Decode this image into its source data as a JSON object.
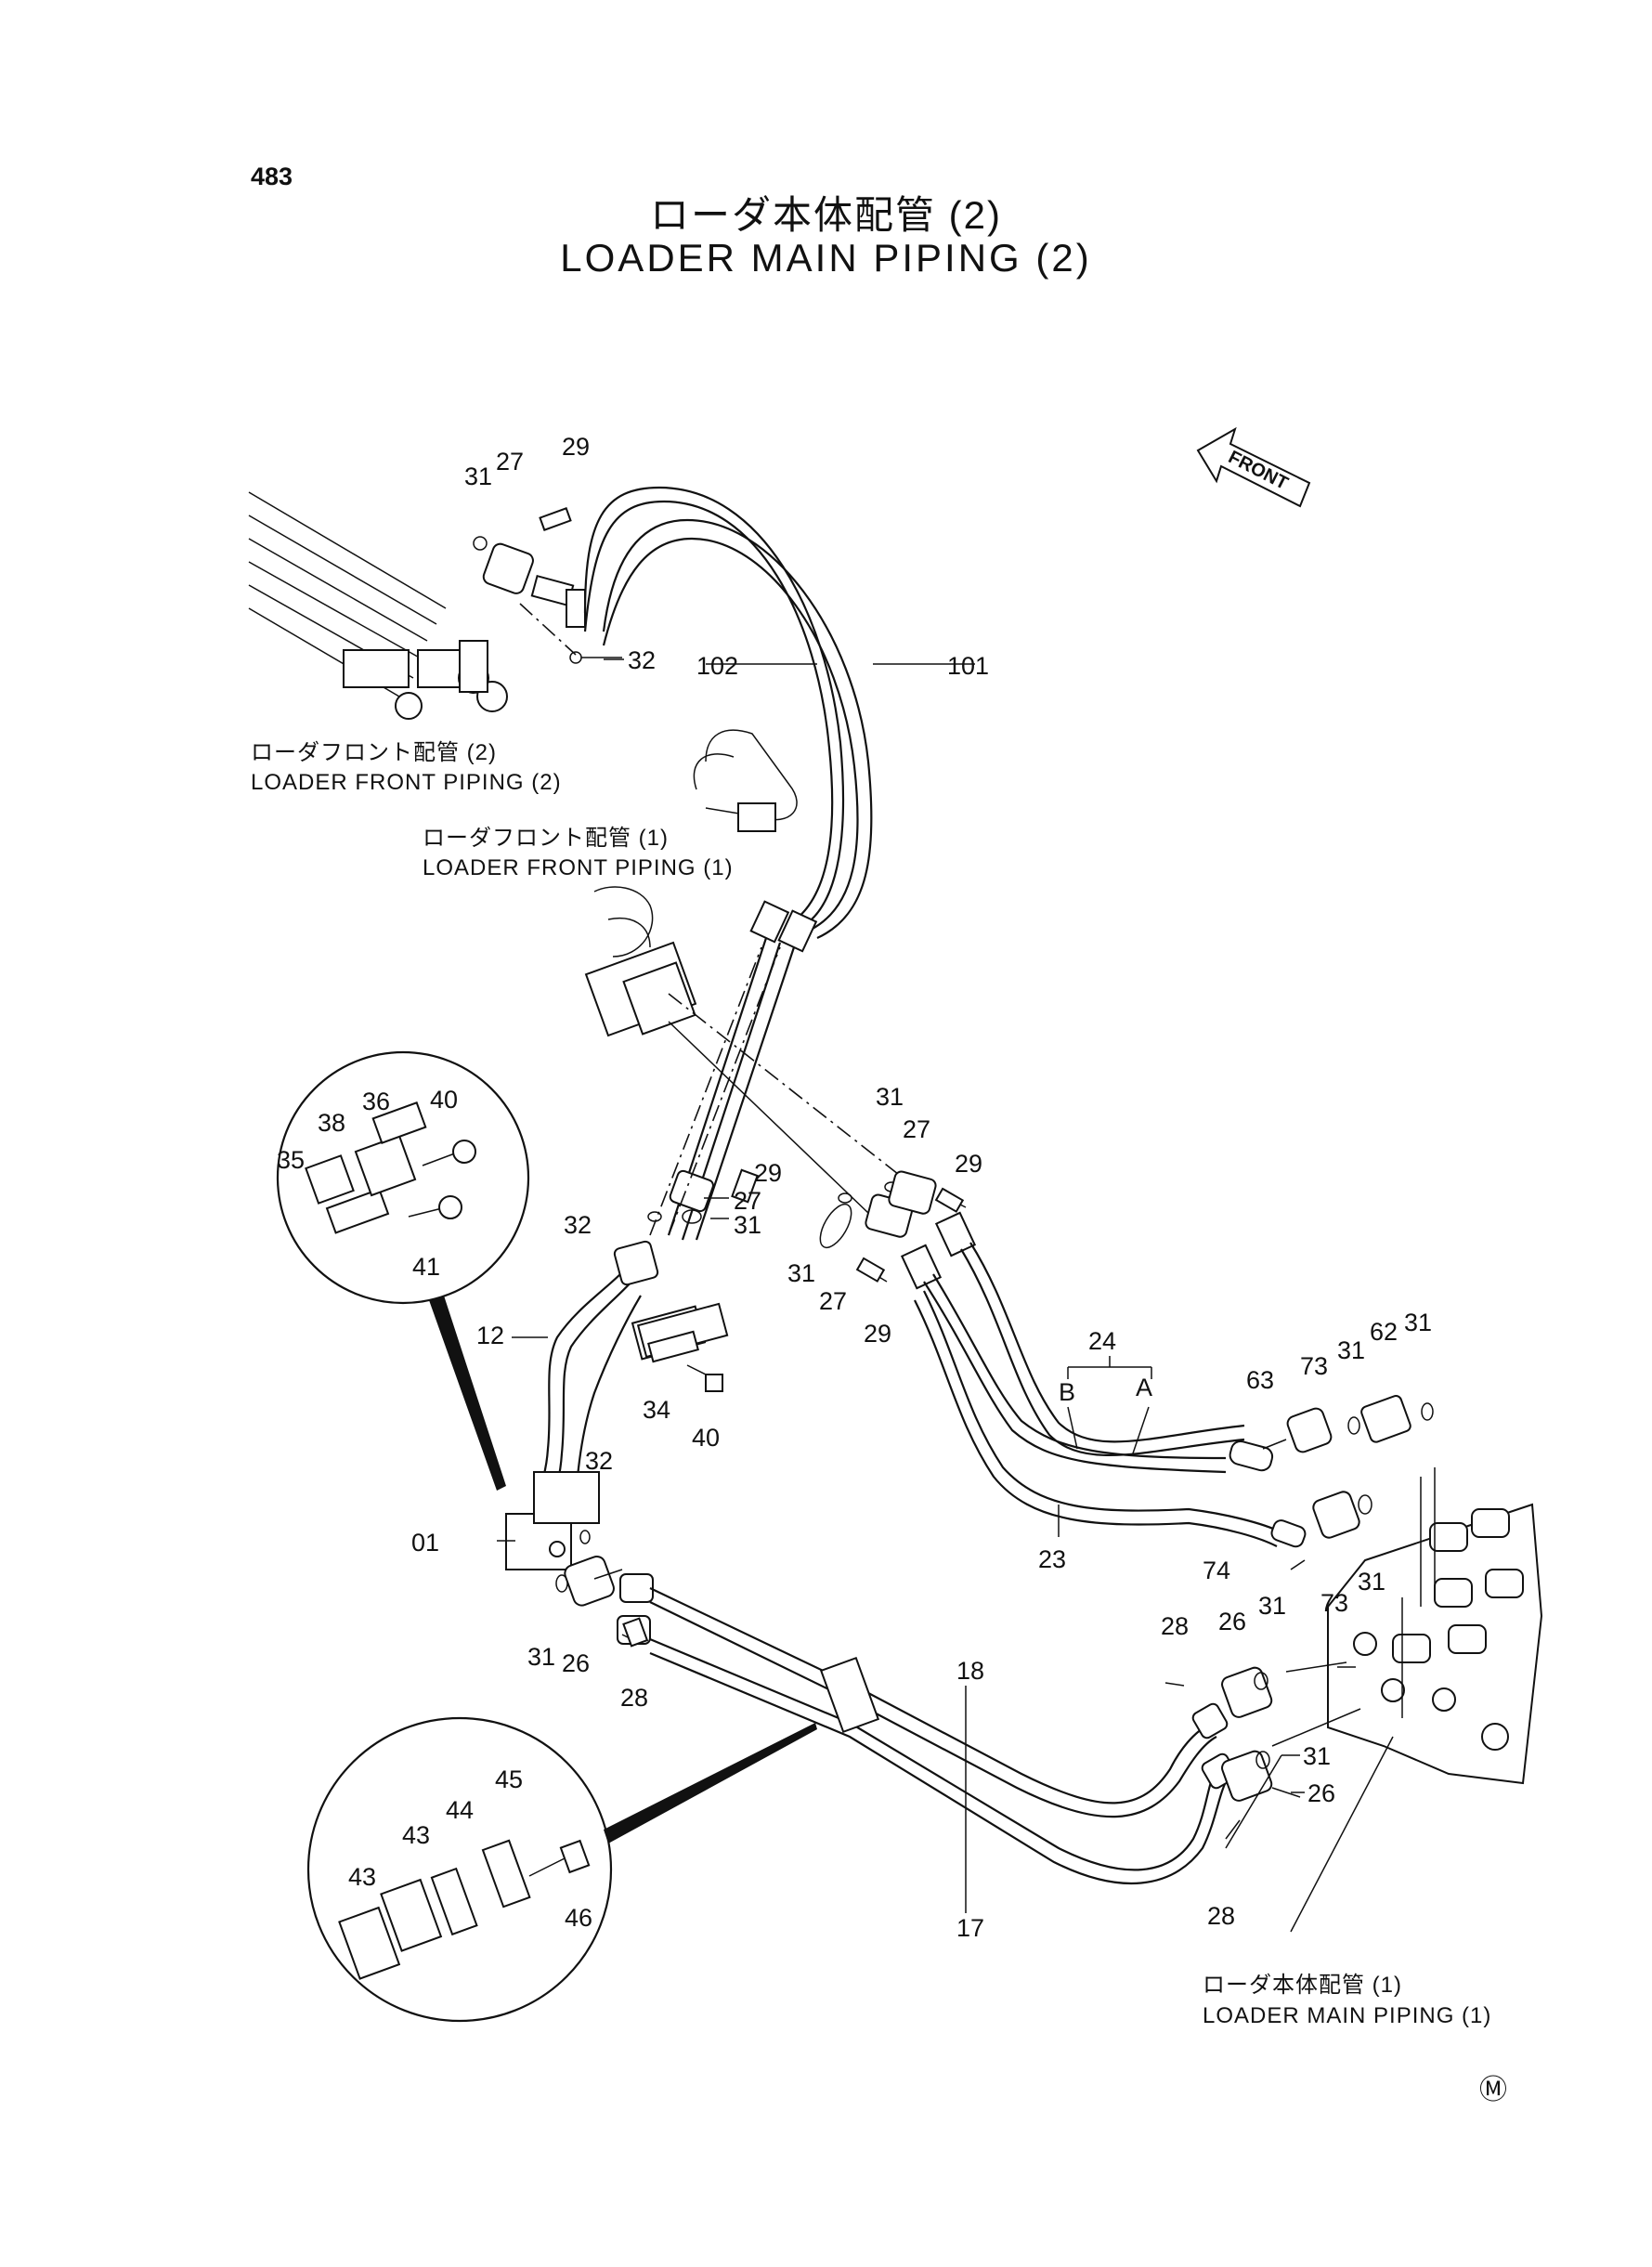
{
  "page_number": "483",
  "title_jp": "ローダ本体配管 (2)",
  "title_en": "LOADER MAIN PIPING (2)",
  "front_label": "FRONT",
  "mark": "Ⓜ",
  "captions": {
    "front_piping_2_jp": "ローダフロント配管 (2)",
    "front_piping_2_en": "LOADER FRONT PIPING (2)",
    "front_piping_1_jp": "ローダフロント配管 (1)",
    "front_piping_1_en": "LOADER FRONT PIPING (1)",
    "main_piping_1_jp": "ローダ本体配管 (1)",
    "main_piping_1_en": "LOADER MAIN PIPING (1)"
  },
  "callouts": {
    "c31_a": "31",
    "c27_a": "27",
    "c29_a": "29",
    "c32_a": "32",
    "c102": "102",
    "c101": "101",
    "c31_b": "31",
    "c27_b": "27",
    "c29_b": "29",
    "c29_c": "29",
    "c27_c": "27",
    "c31_c": "31",
    "c32_b": "32",
    "c31_d": "31",
    "c27_d": "27",
    "c29_d": "29",
    "c24": "24",
    "c24_b": "B",
    "c24_a": "A",
    "c63": "63",
    "c73_a": "73",
    "c31_e": "31",
    "c62": "62",
    "c31_f": "31",
    "c12": "12",
    "c34": "34",
    "c40_b": "40",
    "c32_c": "32",
    "c01": "01",
    "c31_g": "31",
    "c26_a": "26",
    "c28_a": "28",
    "c23": "23",
    "c74": "74",
    "c31_h": "31",
    "c73_b": "73",
    "c28_b": "28",
    "c26_b": "26",
    "c31_i": "31",
    "c18": "18",
    "c17": "17",
    "c31_j": "31",
    "c26_c": "26",
    "c28_c": "28",
    "d1_36": "36",
    "d1_40": "40",
    "d1_38": "38",
    "d1_35": "35",
    "d1_41": "41",
    "d2_45": "45",
    "d2_44": "44",
    "d2_43_a": "43",
    "d2_43_b": "43",
    "d2_46": "46"
  }
}
